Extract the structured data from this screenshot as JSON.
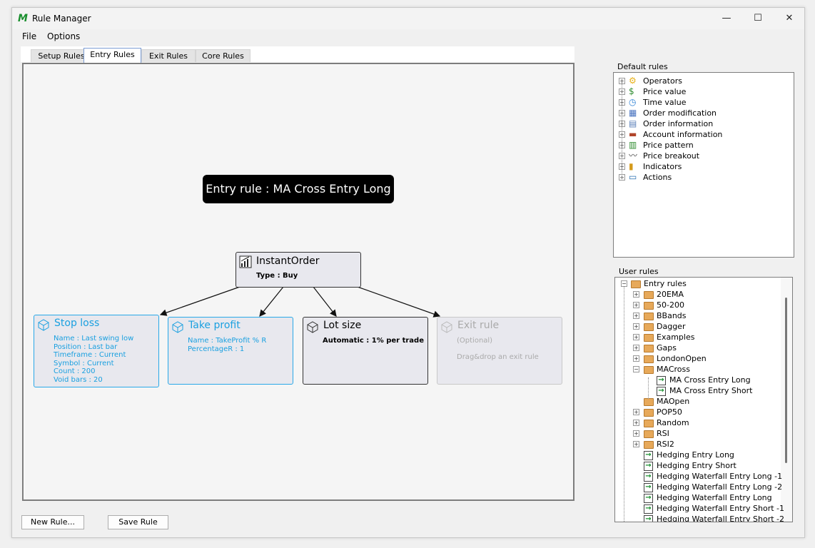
{
  "window": {
    "title": "Rule Manager",
    "minimize": "—",
    "maximize": "☐",
    "close": "✕"
  },
  "menu": {
    "items": [
      "File",
      "Options"
    ]
  },
  "tabs": [
    {
      "label": "Setup Rules"
    },
    {
      "label": "Entry Rules"
    },
    {
      "label": "Exit Rules"
    },
    {
      "label": "Core Rules"
    }
  ],
  "active_tab": "Entry Rules",
  "canvas": {
    "rule_title": "Entry rule : MA Cross Entry Long",
    "nodes": {
      "instant": {
        "title": "InstantOrder",
        "lines": "Type : Buy"
      },
      "stop": {
        "title": "Stop loss",
        "lines": "Name : Last swing low\nPosition : Last bar\nTimeframe : Current\nSymbol : Current\nCount : 200\nVoid bars : 20"
      },
      "take": {
        "title": "Take profit",
        "lines": "Name : TakeProfit % R\nPercentageR : 1"
      },
      "lot": {
        "title": "Lot size",
        "lines": "Automatic : 1% per trade"
      },
      "exit": {
        "title": "Exit rule",
        "lines": "(Optional)\n\nDrag&drop an exit rule"
      }
    }
  },
  "default_rules": {
    "label": "Default rules",
    "items": [
      "Operators",
      "Price value",
      "Time value",
      "Order modification",
      "Order information",
      "Account information",
      "Price pattern",
      "Price breakout",
      "Indicators",
      "Actions"
    ]
  },
  "user_rules": {
    "label": "User rules",
    "root": "Entry rules",
    "folders_before": [
      "20EMA",
      "50-200",
      "BBands",
      "Dagger",
      "Examples",
      "Gaps",
      "LondonOpen"
    ],
    "open_folder": "MACross",
    "open_children": [
      "MA Cross Entry Long",
      "MA Cross Entry Short"
    ],
    "folders_after": [
      "MAOpen",
      "POP50",
      "Random",
      "RSI",
      "RSI2"
    ],
    "rules": [
      "Hedging Entry Long",
      "Hedging Entry Short",
      "Hedging Waterfall Entry Long -1",
      "Hedging Waterfall Entry Long -2",
      "Hedging Waterfall Entry Long",
      "Hedging Waterfall Entry Short -1",
      "Hedging Waterfall Entry Short -2"
    ]
  },
  "buttons": {
    "new_rule": "New Rule...",
    "save_rule": "Save Rule"
  },
  "colors": {
    "accent_blue": "#1aa0e0",
    "title_bg": "#000000",
    "node_bg": "#e8e8ee"
  }
}
